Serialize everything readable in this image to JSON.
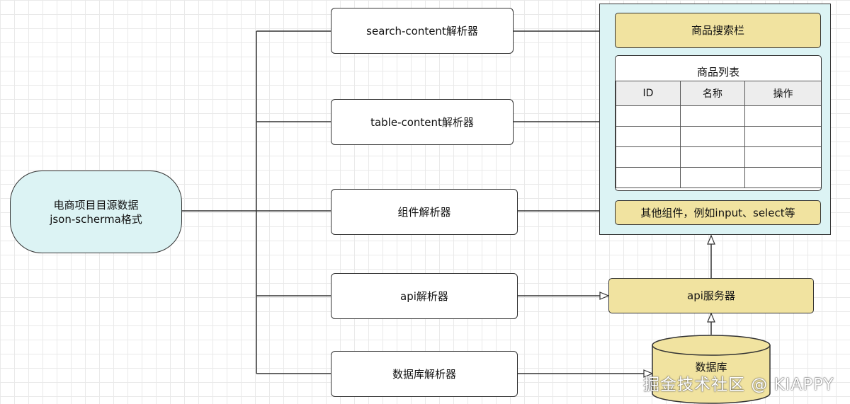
{
  "source": {
    "line1": "电商项目目源数据",
    "line2": "json-scherma格式"
  },
  "parsers": [
    {
      "label": "search-content解析器"
    },
    {
      "label": "table-content解析器"
    },
    {
      "label": "组件解析器"
    },
    {
      "label": "api解析器"
    },
    {
      "label": "数据库解析器"
    }
  ],
  "outputs": {
    "search_bar": "商品搜索栏",
    "product_list": {
      "title": "商品列表",
      "columns": [
        "ID",
        "名称",
        "操作"
      ]
    },
    "other_components": "其他组件，例如input、select等"
  },
  "api_server": "api服务器",
  "database": "数据库",
  "watermark": "掘金技术社区 @ KIAPPY"
}
